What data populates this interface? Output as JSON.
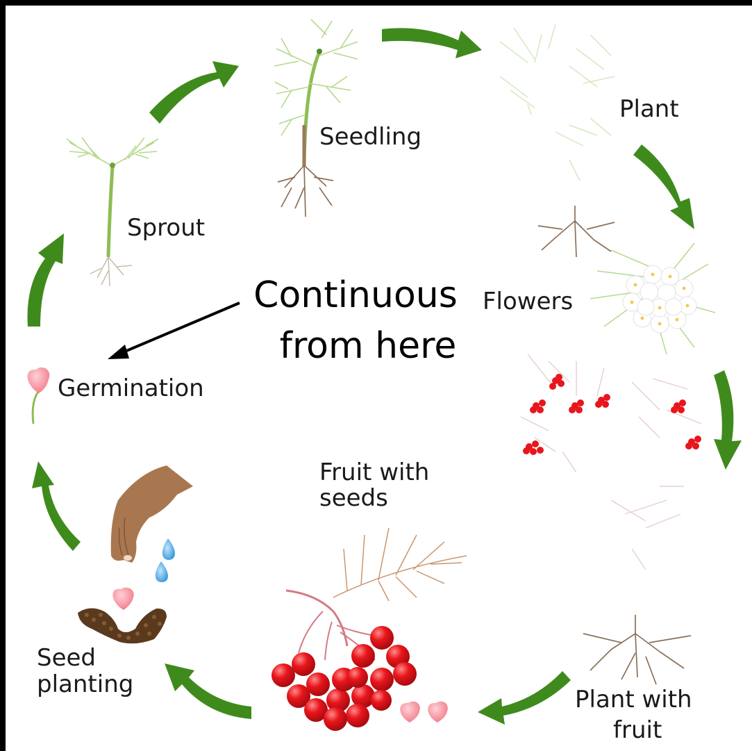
{
  "stages": {
    "germination": "Germination",
    "sprout": "Sprout",
    "seedling": "Seedling",
    "plant": "Plant",
    "flowers": "Flowers",
    "plant_with_fruit": [
      "Plant with",
      "fruit"
    ],
    "fruit_with_seeds": [
      "Fruit with",
      "seeds"
    ],
    "seed_planting": [
      "Seed",
      "planting"
    ]
  },
  "center_note": [
    "Continuous",
    "from here"
  ],
  "colors": {
    "arrow": "#3f8a1c",
    "berry": "#e8161c",
    "stem": "#8ebd53",
    "root": "#8a7058",
    "soil": "#5a3a1e",
    "hand": "#a9774f",
    "water": "#3aa0e4",
    "seed": "#f48a97"
  }
}
